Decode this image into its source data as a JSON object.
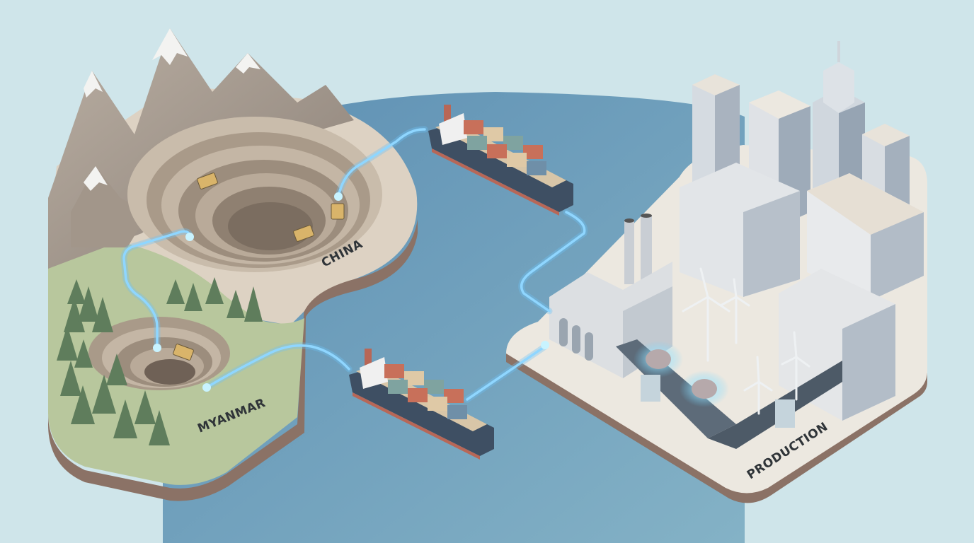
{
  "scene": {
    "title": "Rare earth supply chain illustration",
    "background_color": "#cfe5ea",
    "water_color": "#6e9fbe",
    "route_color": "#8fd6ff"
  },
  "regions": [
    {
      "id": "china",
      "label": "CHINA",
      "description": "Mountainous terraced open-pit mine with haul trucks",
      "land_color": "#ddd2c3"
    },
    {
      "id": "myanmar",
      "label": "MYANMAR",
      "description": "Forested terraced open-pit mine with haul truck",
      "land_color": "#b8c79d"
    },
    {
      "id": "production",
      "label": "PRODUCTION",
      "description": "Industrial factory with conveyor producing motors, wind turbines and city buildings",
      "land_color": "#ece8e0"
    }
  ],
  "ships": [
    {
      "id": "ship-top",
      "description": "Container ship carrying materials from China mine to production"
    },
    {
      "id": "ship-bottom",
      "description": "Container ship carrying materials from Myanmar mine to production"
    }
  ],
  "routes": [
    {
      "from": "myanmar",
      "to": "china",
      "description": "Glowing route between mines"
    },
    {
      "from": "china",
      "to": "production",
      "via": "ship-top"
    },
    {
      "from": "myanmar",
      "to": "production",
      "via": "ship-bottom"
    }
  ],
  "colors": {
    "container_red": "#c8705a",
    "container_beige": "#dfc9a6",
    "container_teal": "#7fa3a0",
    "container_blue": "#6f8fa8",
    "hull_dark": "#3e4f63",
    "hull_red": "#b86757",
    "building_light": "#dfe2e6",
    "building_shade": "#a9b3bf",
    "glow": "#7fe0ff"
  }
}
